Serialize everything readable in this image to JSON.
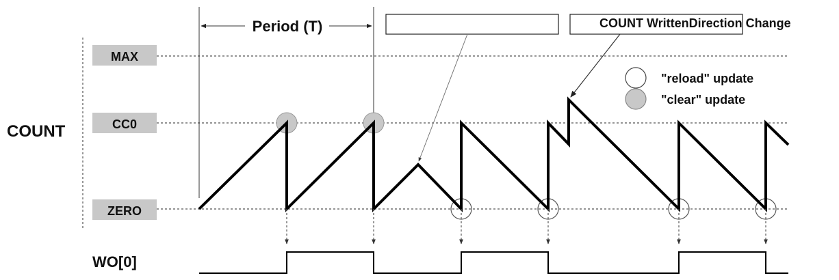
{
  "y_axis_label": "COUNT",
  "levels": [
    {
      "name": "max",
      "label": "MAX"
    },
    {
      "name": "cc0",
      "label": "CC0"
    },
    {
      "name": "zero",
      "label": "ZERO"
    }
  ],
  "output_label": "WO[0]",
  "period_label": "Period (T)",
  "annotations": {
    "count_written": "",
    "direction_change": "COUNT WrittenDirection Change"
  },
  "legend": {
    "reload": "\"reload\" update",
    "clear": "\"clear\" update"
  },
  "colors": {
    "level_box": "#c8c8c8",
    "clear_marker": "#c8c8c8",
    "reload_marker": "#ffffff",
    "waveform": "#000000"
  }
}
